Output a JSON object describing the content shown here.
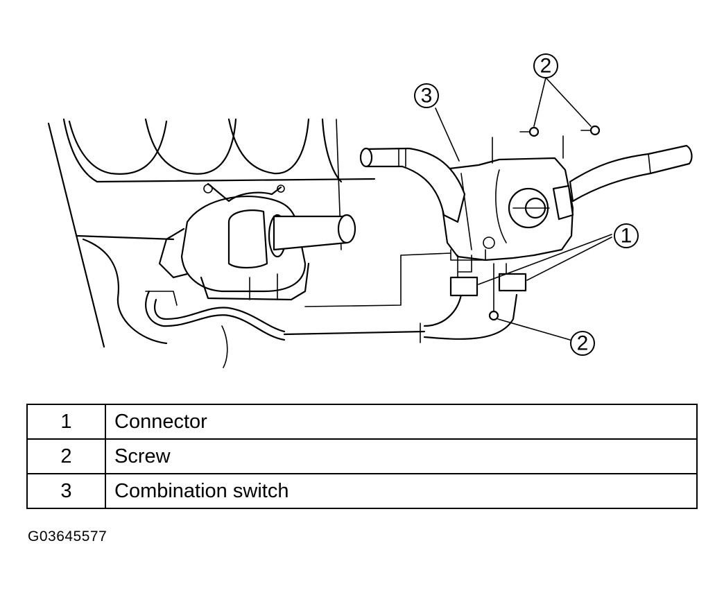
{
  "callouts": {
    "c1": "1",
    "c2_top": "2",
    "c2_bottom": "2",
    "c3": "3"
  },
  "legend": [
    {
      "number": "1",
      "label": "Connector"
    },
    {
      "number": "2",
      "label": "Screw"
    },
    {
      "number": "3",
      "label": "Combination switch"
    }
  ],
  "figure_id": "G03645577"
}
